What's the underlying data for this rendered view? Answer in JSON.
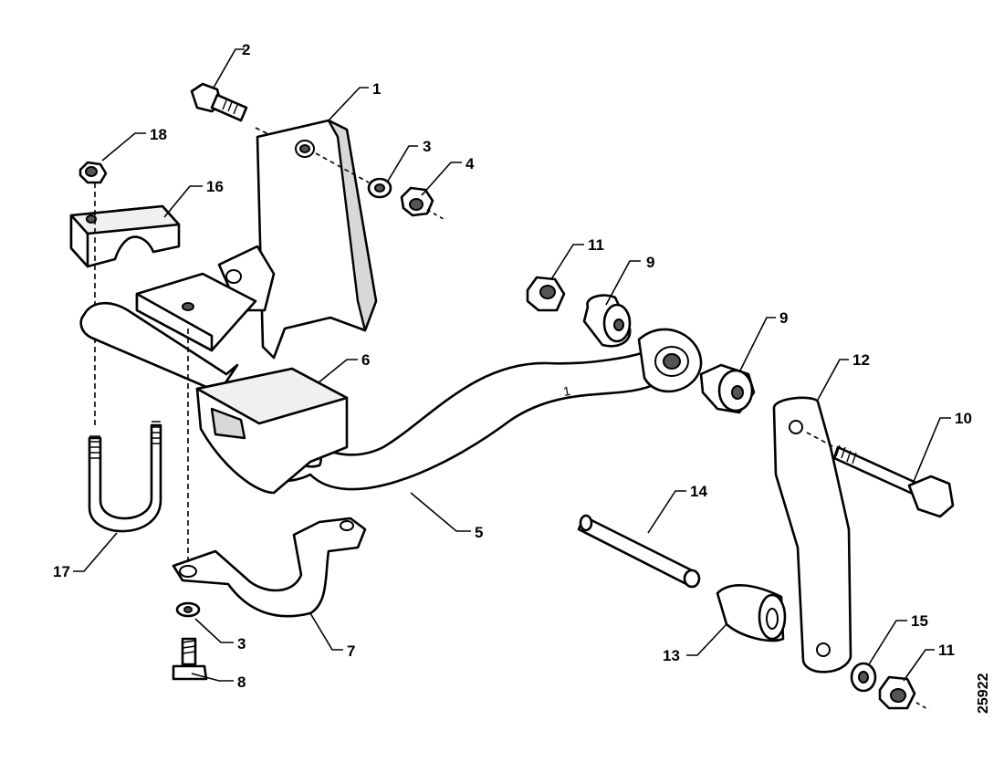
{
  "callouts": {
    "c1": "1",
    "c2": "2",
    "c3_top": "3",
    "c3_bottom": "3",
    "c4": "4",
    "c5": "5",
    "c6": "6",
    "c7": "7",
    "c8": "8",
    "c9_left": "9",
    "c9_right": "9",
    "c10": "10",
    "c11_top": "11",
    "c11_bottom": "11",
    "c12": "12",
    "c13": "13",
    "c14": "14",
    "c15": "15",
    "c16": "16",
    "c17": "17",
    "c18": "18"
  },
  "bar_mark": "1",
  "reference_number": "25922"
}
